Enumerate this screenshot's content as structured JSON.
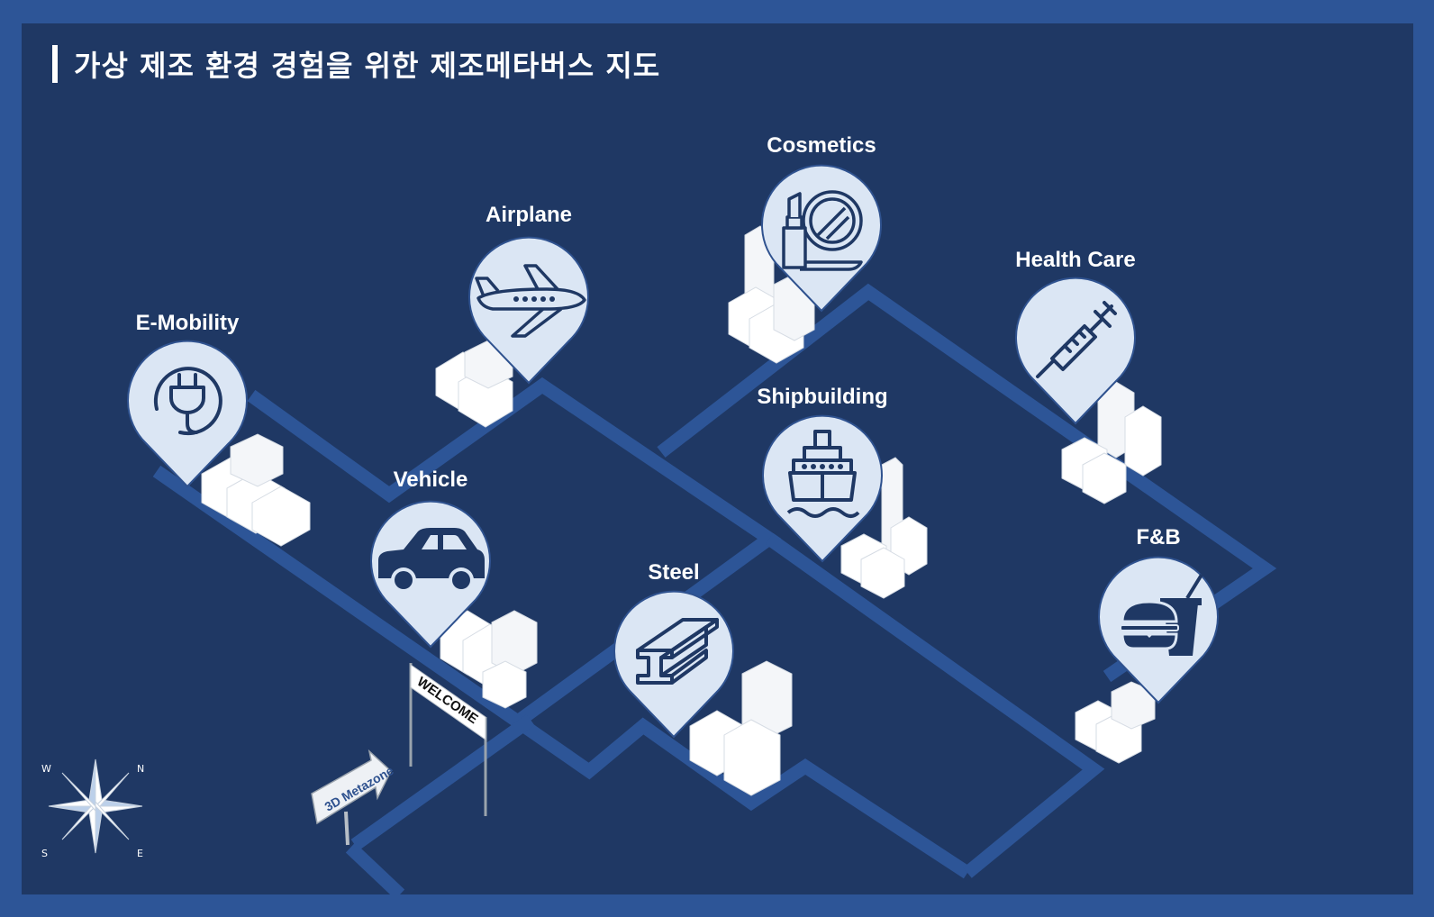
{
  "title": "가상 제조 환경 경험을 위한 제조메타버스 지도",
  "colors": {
    "background": "#1f3864",
    "border": "#2d5597",
    "road": "#2d5597",
    "pin_fill": "#dbe6f4",
    "pin_stroke": "#2f528f",
    "icon": "#1f3864",
    "text": "#ffffff"
  },
  "industries": [
    {
      "label": "E-Mobility",
      "icon": "plug-icon"
    },
    {
      "label": "Airplane",
      "icon": "airplane-icon"
    },
    {
      "label": "Cosmetics",
      "icon": "cosmetics-icon"
    },
    {
      "label": "Health Care",
      "icon": "syringe-icon"
    },
    {
      "label": "Vehicle",
      "icon": "car-icon"
    },
    {
      "label": "Shipbuilding",
      "icon": "ship-icon"
    },
    {
      "label": "Steel",
      "icon": "steel-beam-icon"
    },
    {
      "label": "F&B",
      "icon": "food-icon"
    }
  ],
  "signs": {
    "welcome": "WELCOME",
    "metazone": "3D Metazone"
  },
  "compass": {
    "n": "N",
    "e": "E",
    "s": "S",
    "w": "W"
  }
}
